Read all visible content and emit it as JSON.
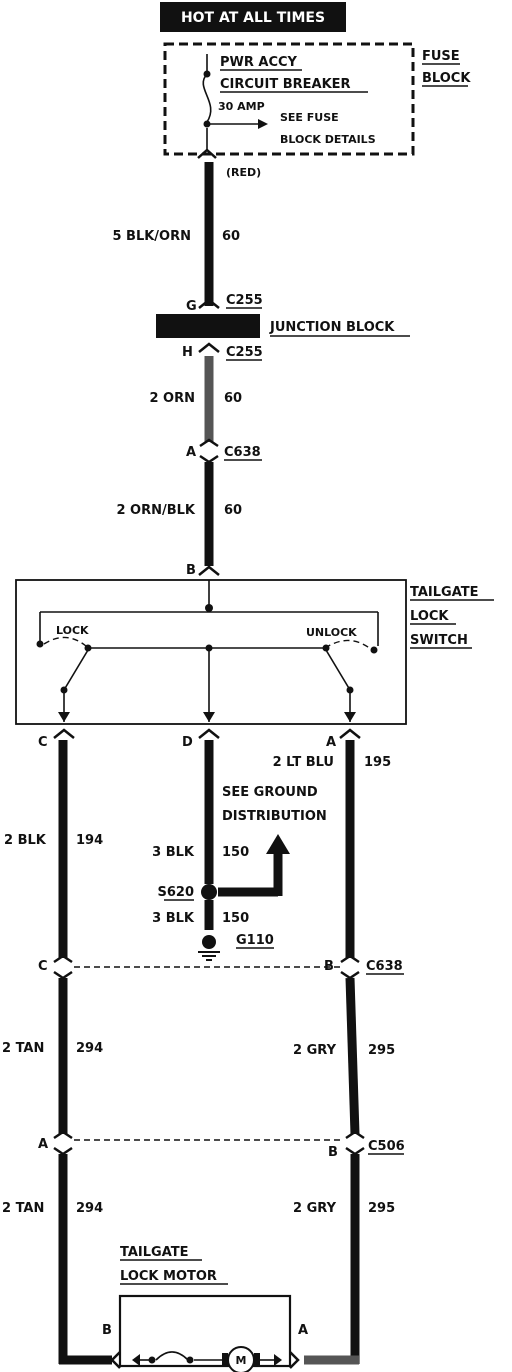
{
  "header": {
    "title": "HOT AT ALL TIMES"
  },
  "fuse_block": {
    "label_line1": "FUSE",
    "label_line2": "BLOCK",
    "breaker_line1": "PWR ACCY",
    "breaker_line2": "CIRCUIT BREAKER",
    "amp_rating": "30 AMP",
    "see_line1": "SEE FUSE",
    "see_line2": "BLOCK DETAILS",
    "terminal_color": "(RED)"
  },
  "wire_feed": {
    "gauge_color": "5 BLK/ORN",
    "circuit": "60"
  },
  "junction_block": {
    "label": "JUNCTION BLOCK",
    "top_pin": "G",
    "top_connector": "C255",
    "bottom_pin": "H",
    "bottom_connector": "C255"
  },
  "wire_orn": {
    "gauge_color": "2 ORN",
    "circuit": "60"
  },
  "connector_c638_top": {
    "pin": "A",
    "name": "C638"
  },
  "wire_orn_blk": {
    "gauge_color": "2 ORN/BLK",
    "circuit": "60"
  },
  "switch": {
    "top_pin": "B",
    "label_line1": "TAILGATE",
    "label_line2": "LOCK",
    "label_line3": "SWITCH",
    "lock_label": "LOCK",
    "unlock_label": "UNLOCK",
    "pin_left": "C",
    "pin_center": "D",
    "pin_right": "A"
  },
  "wire_left_upper": {
    "gauge_color": "2 BLK",
    "circuit": "194"
  },
  "wire_center": {
    "gauge_color": "3 BLK",
    "circuit": "150"
  },
  "wire_right_upper": {
    "gauge_color": "2 LT BLU",
    "circuit": "195"
  },
  "ground": {
    "see_line1": "SEE GROUND",
    "see_line2": "DISTRIBUTION",
    "splice": "S620",
    "lower_gauge_color": "3 BLK",
    "lower_circuit": "150",
    "ground_point": "G110"
  },
  "connector_c638_bottom": {
    "left_pin": "C",
    "right_pin": "B",
    "name": "C638"
  },
  "wire_left_mid": {
    "gauge_color": "2 TAN",
    "circuit": "294"
  },
  "wire_right_mid": {
    "gauge_color": "2 GRY",
    "circuit": "295"
  },
  "connector_c506": {
    "left_pin": "A",
    "right_pin": "B",
    "name": "C506"
  },
  "wire_left_low": {
    "gauge_color": "2 TAN",
    "circuit": "294"
  },
  "wire_right_low": {
    "gauge_color": "2 GRY",
    "circuit": "295"
  },
  "motor": {
    "label_line1": "TAILGATE",
    "label_line2": "LOCK MOTOR",
    "pin_left": "B",
    "pin_right": "A",
    "symbol": "M"
  }
}
